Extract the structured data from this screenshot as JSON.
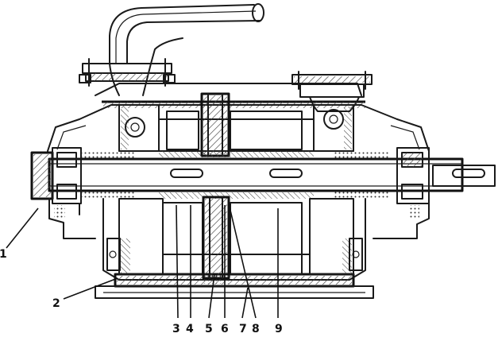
{
  "figure": {
    "callouts": [
      {
        "id": "c1",
        "label": "1"
      },
      {
        "id": "c2",
        "label": "2"
      },
      {
        "id": "c3",
        "label": "3"
      },
      {
        "id": "c4",
        "label": "4"
      },
      {
        "id": "c5",
        "label": "5"
      },
      {
        "id": "c6",
        "label": "6"
      },
      {
        "id": "c7",
        "label": "7"
      },
      {
        "id": "c8",
        "label": "8"
      },
      {
        "id": "c9",
        "label": "9"
      }
    ]
  },
  "colors": {
    "ink": "#1a1a1a",
    "hatch": "#444444",
    "paper": "#ffffff"
  }
}
